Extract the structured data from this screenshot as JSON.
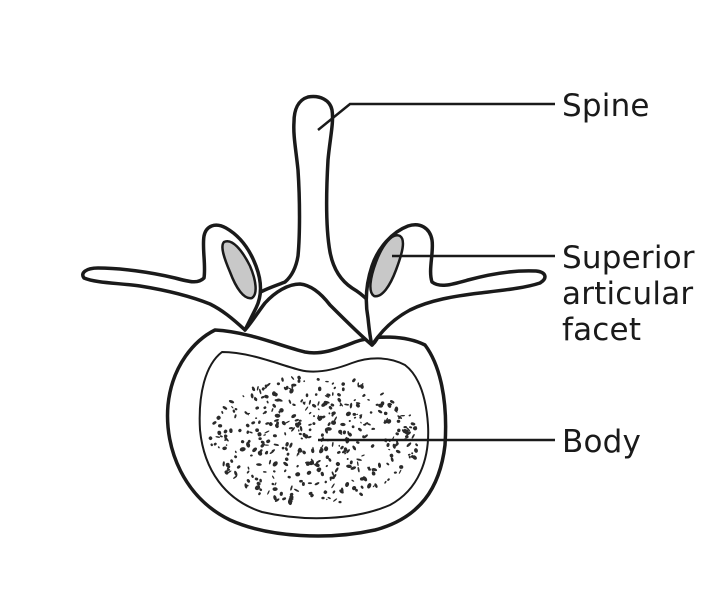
{
  "labels": {
    "spine": "Spine",
    "superior_line1": "Superior",
    "superior_line2": "articular",
    "superior_line3": "facet",
    "body": "Body"
  },
  "colors": {
    "ink": "#1a1a1a",
    "facet_shade": "#c8c8c8",
    "background": "#ffffff"
  }
}
